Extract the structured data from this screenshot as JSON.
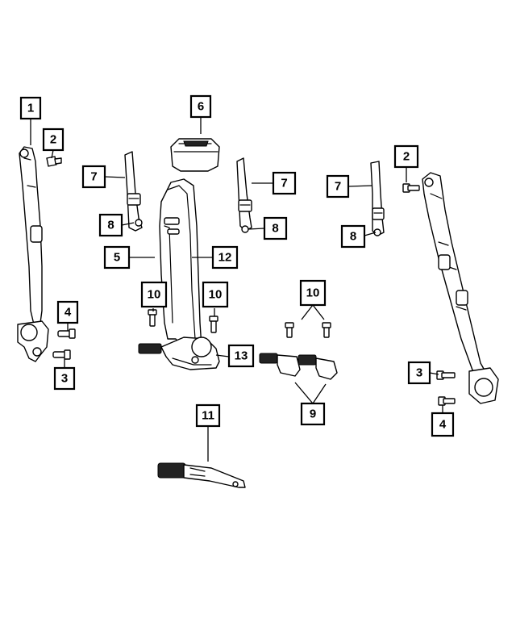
{
  "callouts": {
    "c1": "1",
    "c2_left": "2",
    "c2_right": "2",
    "c3_left": "3",
    "c3_right": "3",
    "c4_left": "4",
    "c4_right": "4",
    "c5": "5",
    "c6": "6",
    "c7_a": "7",
    "c7_b": "7",
    "c7_c": "7",
    "c8_a": "8",
    "c8_b": "8",
    "c8_c": "8",
    "c9": "9",
    "c10_a": "10",
    "c10_b": "10",
    "c10_c": "10",
    "c11": "11",
    "c12": "12",
    "c13": "13"
  },
  "colors": {
    "line": "#000000",
    "background": "#ffffff",
    "fill_dark": "#222222"
  }
}
